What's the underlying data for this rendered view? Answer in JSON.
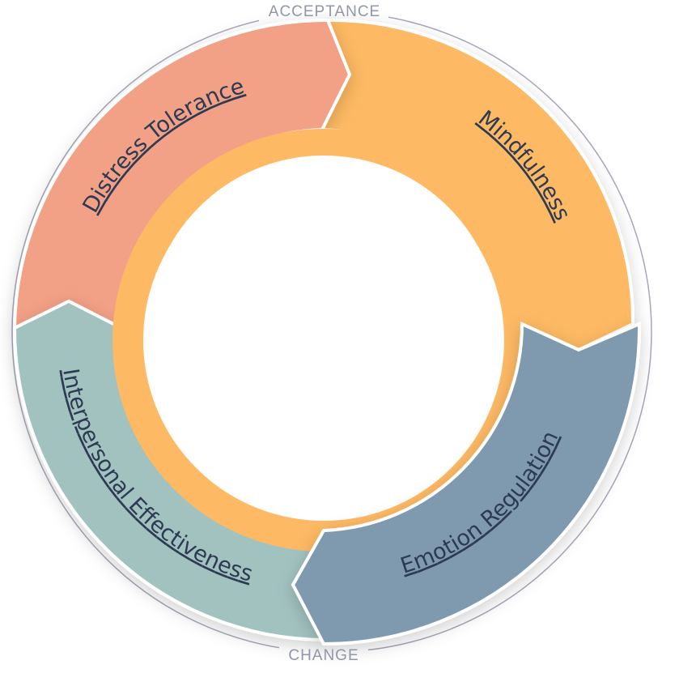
{
  "poles": {
    "top": "ACCEPTANCE",
    "bottom": "CHANGE"
  },
  "segments": [
    {
      "label": "Distress Tolerance",
      "color": "#f2a086"
    },
    {
      "label": "Mindfulness",
      "color": "#fdb964"
    },
    {
      "label": "Emotion Regulation",
      "color": "#7f99ae"
    },
    {
      "label": "Interpersonal Effectiveness",
      "color": "#a2c2bf"
    }
  ],
  "ring_color": "#a5a9b8"
}
